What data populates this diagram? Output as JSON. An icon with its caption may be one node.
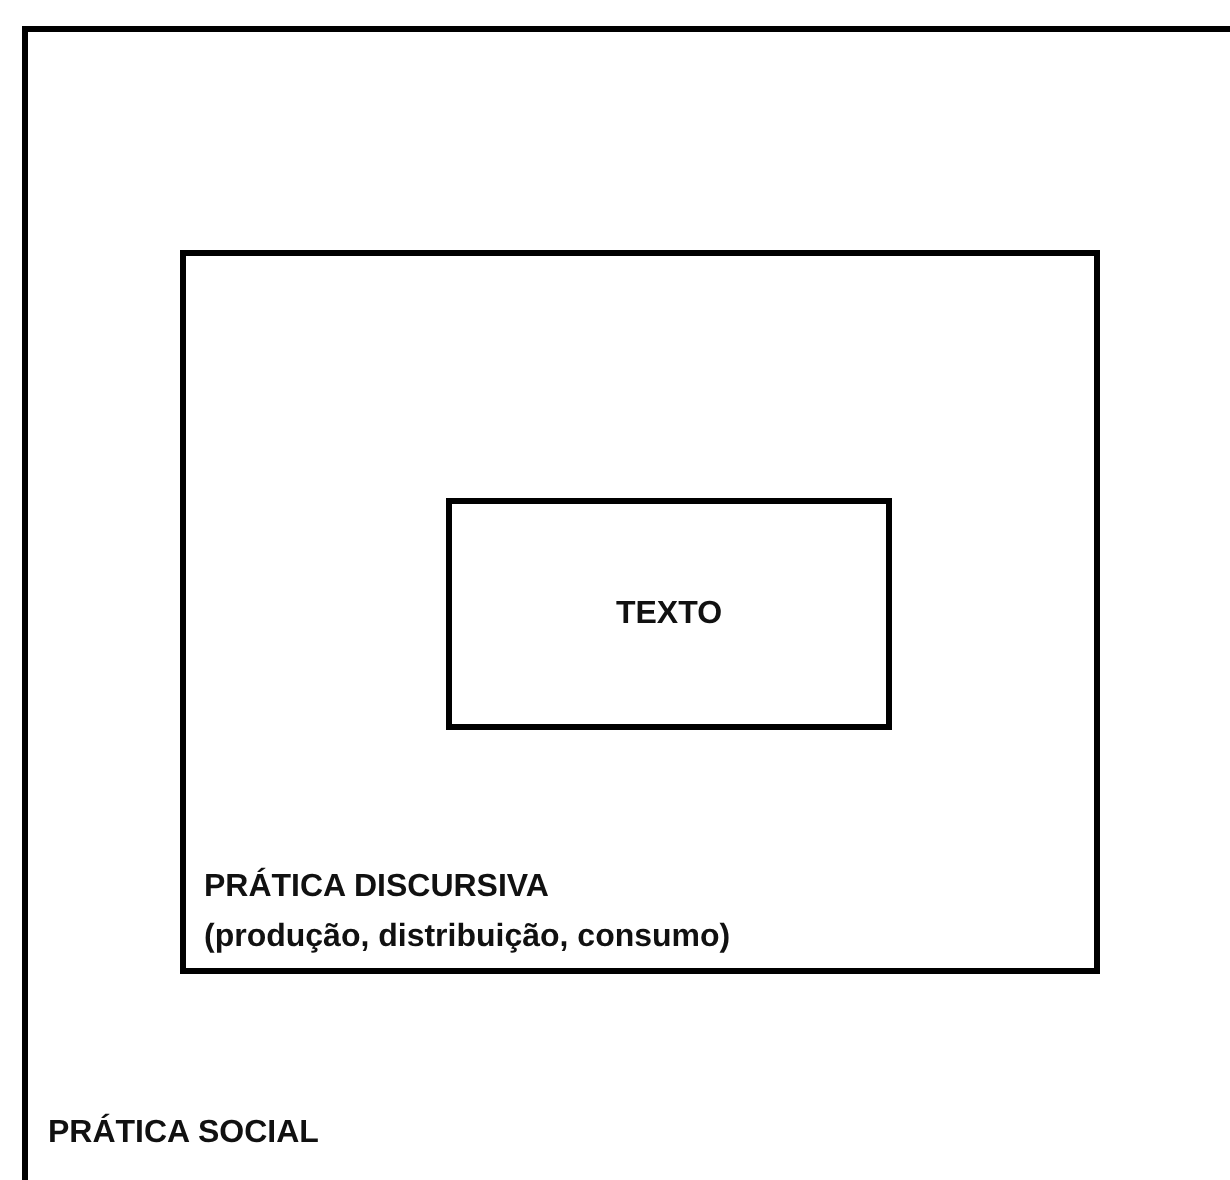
{
  "diagram": {
    "nodes": [
      {
        "text": [
          "PRÁTICA SOCIAL"
        ]
      },
      {
        "text": [
          "PRÁTICA DISCURSIVA",
          "(produção, distribuição, consumo)"
        ],
        "in": 0
      },
      {
        "text": [
          "TEXTO"
        ],
        "in": 1
      }
    ]
  }
}
